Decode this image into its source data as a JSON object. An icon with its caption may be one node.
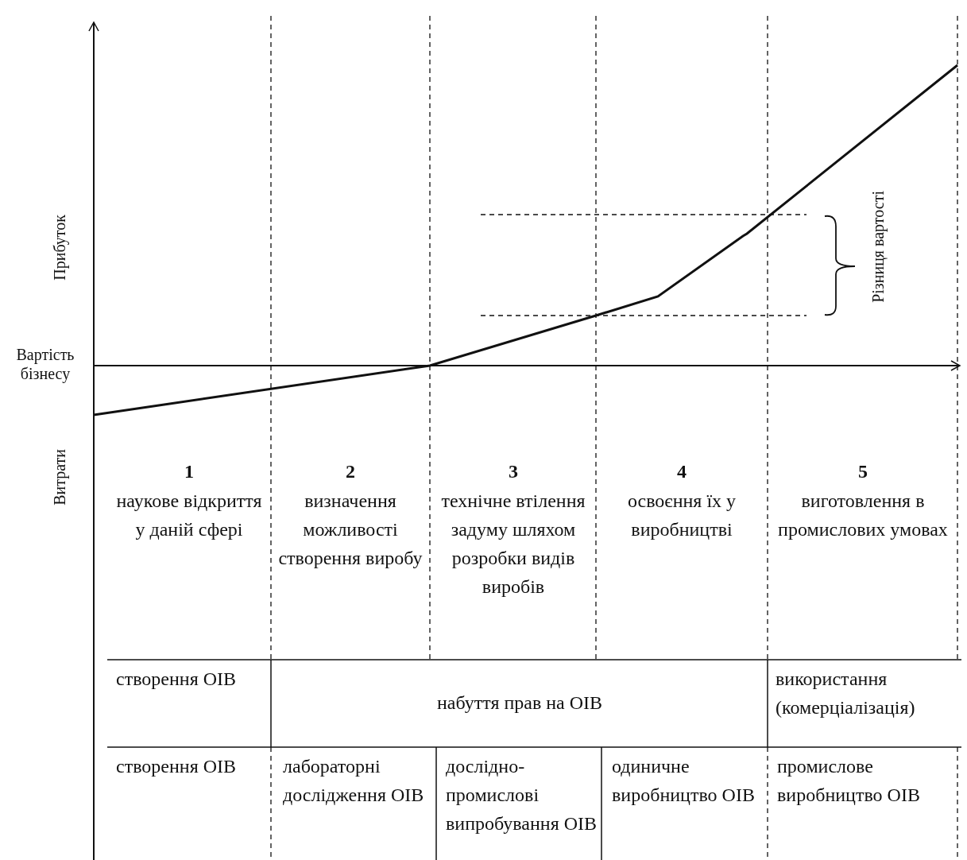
{
  "diagram": {
    "labels": [
      "Прибуток",
      "Різниця вартості",
      "Вартість бізнесу",
      "Витрати",
      "1",
      "наукове відкриття у даній сфері",
      "2",
      "визначення можливості створення виробу",
      "3",
      "технічне втілення задуму шляхом розробки видів виробів",
      "4",
      "освоєння їх у виробництві",
      "5",
      "виготовлення в промислових умовах",
      "створення ОІВ",
      "набуття прав на ОІВ",
      "використання (комерціалізація)",
      "створення ОІВ",
      "лабораторні дослідження ОІВ",
      "дослідно-промислові випробування ОІВ",
      "одиничне виробництво ОІВ",
      "промислове виробництво ОІВ"
    ]
  }
}
